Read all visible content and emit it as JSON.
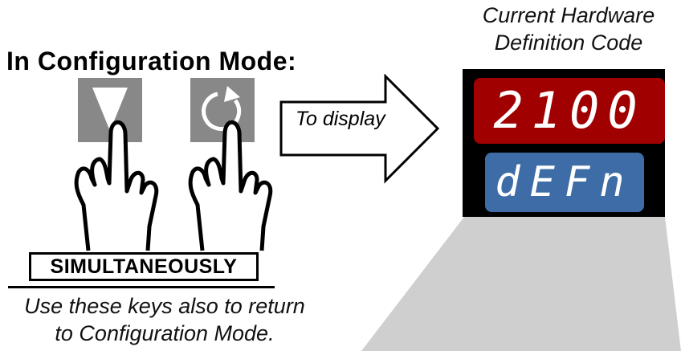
{
  "heading": "In Configuration Mode:",
  "keys": {
    "down_icon": "down-triangle-icon",
    "cycle_icon": "cycle-arrow-icon"
  },
  "simultaneously_label": "SIMULTANEOUSLY",
  "note_line1": "Use these keys also to return",
  "note_line2": "to Configuration Mode.",
  "arrow_label": "To display",
  "hardware_title_line1": "Current Hardware",
  "hardware_title_line2": "Definition Code",
  "meter": {
    "top_value": "2100",
    "bottom_value": "dEFn",
    "top_color": "#a00000",
    "bottom_color": "#3d6ca6"
  }
}
